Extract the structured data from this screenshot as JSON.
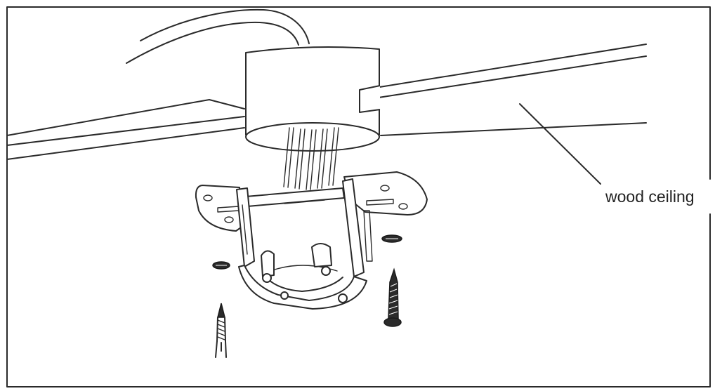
{
  "diagram": {
    "callout_label": "wood ceiling"
  },
  "colors": {
    "line": "#2a2a2a",
    "background": "#ffffff"
  },
  "parts": [
    "cable",
    "junction-box",
    "wood-joists",
    "wires",
    "mounting-bracket",
    "washers",
    "wood-screws"
  ]
}
